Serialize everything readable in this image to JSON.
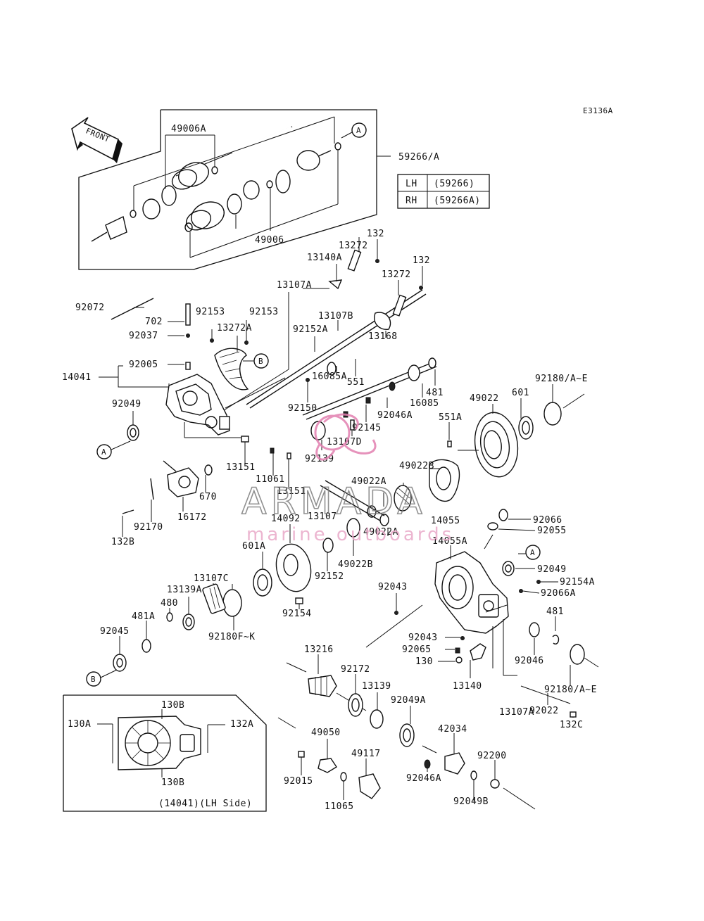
{
  "diagram_code": "E3136A",
  "front_label": "FRONT",
  "table": {
    "rows": [
      {
        "side": "LH",
        "code": "(59266)"
      },
      {
        "side": "RH",
        "code": "(59266A)"
      }
    ]
  },
  "callouts": {
    "A": "A",
    "B": "B"
  },
  "labels": {
    "p49006A": "49006A",
    "p49006": "49006",
    "p59266A": "59266/A",
    "p132a": "132",
    "p132b": "132",
    "p13272a": "13272",
    "p13272b": "13272",
    "p13140A": "13140A",
    "p13107A_top": "13107A",
    "p13107B": "13107B",
    "p92072": "92072",
    "p702": "702",
    "p92153a": "92153",
    "p92153b": "92153",
    "p92037": "92037",
    "p13272A": "13272A",
    "p92152A": "92152A",
    "p13168": "13168",
    "p14041": "14041",
    "p92005": "92005",
    "p551": "551",
    "p16085A": "16085A",
    "p481a": "481",
    "p16085": "16085",
    "p92046A_top": "92046A",
    "p92150": "92150",
    "p92145": "92145",
    "p13107D": "13107D",
    "p92049_left": "92049",
    "p49022": "49022",
    "p601": "601",
    "p92180AE_top": "92180/A~E",
    "p551A": "551A",
    "p92139": "92139",
    "p49022B_top": "49022B",
    "p13151a": "13151",
    "p11061": "11061",
    "p13151b": "13151",
    "p670": "670",
    "p16172": "16172",
    "p92170": "92170",
    "p132B": "132B",
    "p49022A_top": "49022A",
    "p14092": "14092",
    "p13107": "13107",
    "p14055": "14055",
    "p92066": "92066",
    "p92055": "92055",
    "p14055A": "14055A",
    "p601A": "601A",
    "p49022A_bot": "49022A",
    "p49022B_bot": "49022B",
    "p92152": "92152",
    "p92049_right": "92049",
    "p92154A": "92154A",
    "p92066A": "92066A",
    "p13107C": "13107C",
    "p13139A": "13139A",
    "p92043a": "92043",
    "p480": "480",
    "p481A": "481A",
    "p92180FK": "92180F~K",
    "p92154": "92154",
    "p481b": "481",
    "p92045": "92045",
    "p92043b": "92043",
    "p92065": "92065",
    "p92046": "92046",
    "p130": "130",
    "p13216": "13216",
    "p92172": "92172",
    "p13140": "13140",
    "p92180AE_bot": "92180/A~E",
    "p13139": "13139",
    "p92049A": "92049A",
    "p13107A_bot": "13107A",
    "p92022": "92022",
    "p132C": "132C",
    "p130B_top": "130B",
    "p130A": "130A",
    "p132A": "132A",
    "p130B_bot": "130B",
    "p49050": "49050",
    "p42034": "42034",
    "p92200": "92200",
    "p49117": "49117",
    "p92015": "92015",
    "p92046A_bot": "92046A",
    "p11065": "11065",
    "p92049B": "92049B",
    "inset_caption": "(14041)(LH Side)"
  },
  "watermark": {
    "brand": "ARMADA",
    "tagline": "marine outboards",
    "accent_color": "#e27fb0"
  }
}
